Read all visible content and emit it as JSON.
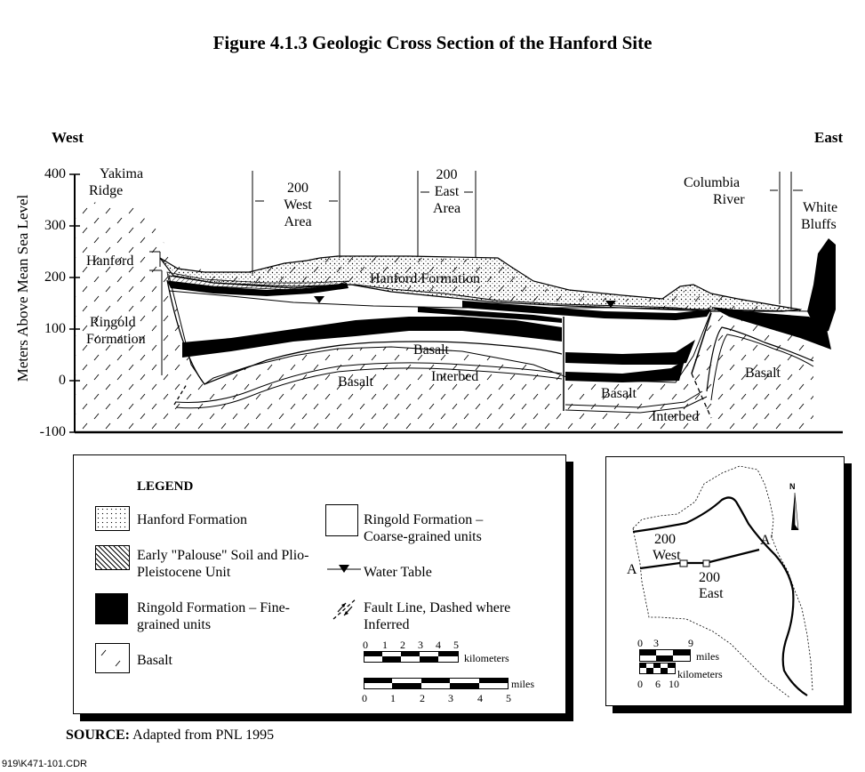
{
  "title": "Figure 4.1.3  Geologic Cross Section of the Hanford Site",
  "directions": {
    "west": "West",
    "east": "East"
  },
  "y_axis": {
    "label": "Meters Above Mean Sea Level",
    "ticks": [
      "400",
      "300",
      "200",
      "100",
      "0",
      "-100"
    ]
  },
  "section_labels": {
    "yakima_line1": "Yakima",
    "yakima_line2": "Ridge",
    "west200_line1": "200",
    "west200_line2": "West",
    "west200_line3": "Area",
    "east200_line1": "200",
    "east200_line2": "East",
    "east200_line3": "Area",
    "columbia_line1": "Columbia",
    "columbia_line2": "River",
    "bluffs_line1": "White",
    "bluffs_line2": "Bluffs",
    "hanford": "Hanford",
    "ringold_line1": "Ringold",
    "ringold_line2": "Formation",
    "hanford_formation": "Hanford Formation",
    "basalt_upper": "Basalt",
    "basalt_lower": "Basalt",
    "basalt_mid": "Basalt",
    "basalt_east": "Basalt",
    "interbed_1": "Interbed",
    "interbed_2": "Interbed"
  },
  "legend": {
    "heading": "LEGEND",
    "hanford_formation": "Hanford Formation",
    "palouse_line1": "Early \"Palouse\" Soil and Plio-",
    "palouse_line2": "Pleistocene Unit",
    "ringold_fine_line1": "Ringold Formation – Fine-",
    "ringold_fine_line2": "grained units",
    "basalt": "Basalt",
    "ringold_coarse_line1": "Ringold Formation –",
    "ringold_coarse_line2": "Coarse-grained units",
    "water_table": "Water Table",
    "fault_line1": "Fault Line, Dashed where",
    "fault_line2": "Inferred",
    "km_scale_label": "kilometers",
    "km_ticks": [
      "0",
      "1",
      "2",
      "3",
      "4",
      "5"
    ],
    "miles_scale_label": "miles",
    "miles_ticks": [
      "0",
      "1",
      "2",
      "3",
      "4",
      "5"
    ]
  },
  "inset_map": {
    "west200_line1": "200",
    "west200_line2": "West",
    "east200_line1": "200",
    "east200_line2": "East",
    "a_left": "A",
    "a_right": "A'",
    "miles_ticks": [
      "0",
      "3",
      "9"
    ],
    "miles_label": "miles",
    "km_ticks": [
      "0",
      "6",
      "10"
    ],
    "km_label": "kilometers"
  },
  "source": {
    "prefix": "SOURCE:",
    "text": " Adapted from PNL 1995"
  },
  "file_ref": "919\\K471-101.CDR"
}
